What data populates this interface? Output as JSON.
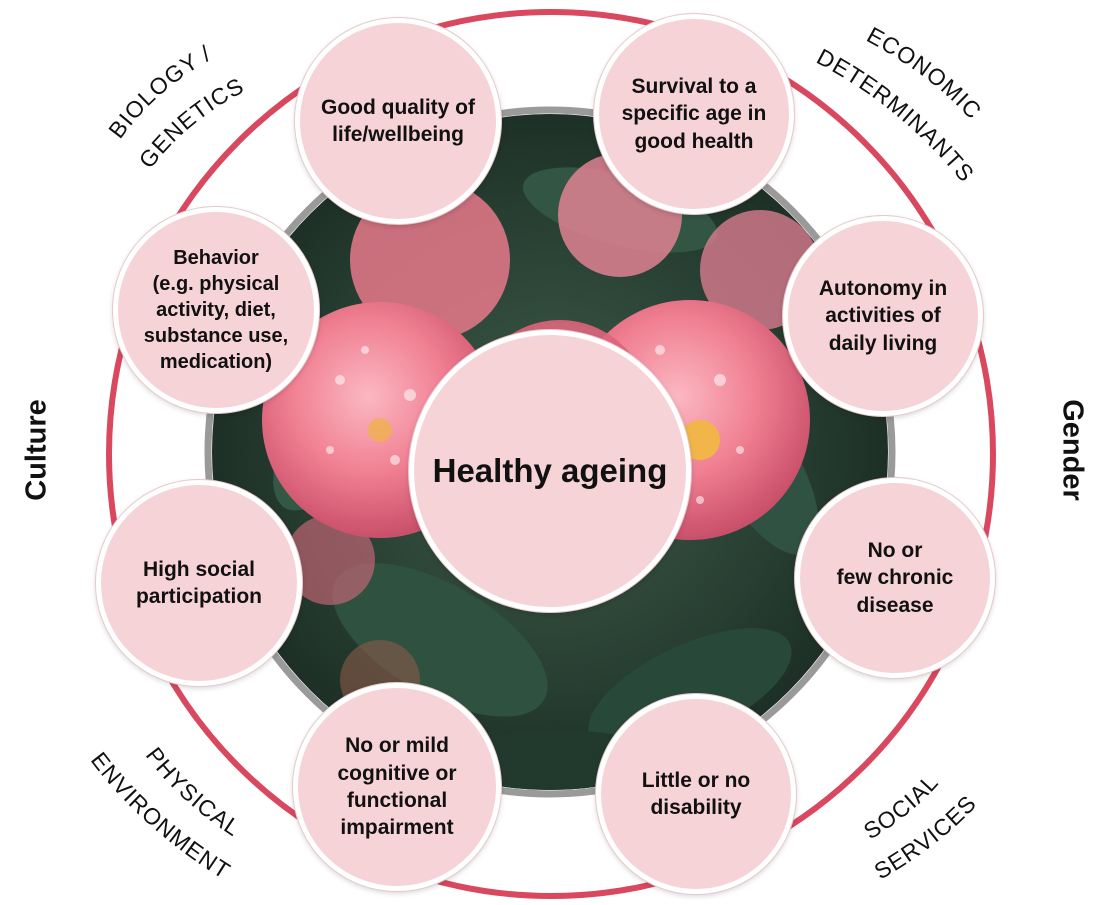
{
  "center": {
    "label": "Healthy ageing"
  },
  "factors": [
    {
      "id": "good-quality",
      "lines": [
        "Good quality of",
        "life/wellbeing"
      ]
    },
    {
      "id": "survival",
      "lines": [
        "Survival to a",
        "specific age in",
        "good health"
      ]
    },
    {
      "id": "autonomy",
      "lines": [
        "Autonomy in",
        "activities of",
        "daily living"
      ]
    },
    {
      "id": "chronic",
      "lines": [
        "No or",
        "few chronic",
        "disease"
      ]
    },
    {
      "id": "disability",
      "lines": [
        "Little or no",
        "disability"
      ]
    },
    {
      "id": "cognitive",
      "lines": [
        "No or mild",
        "cognitive or",
        "functional",
        "impairment"
      ]
    },
    {
      "id": "social-participation",
      "lines": [
        "High social",
        "participation"
      ]
    },
    {
      "id": "behavior",
      "lines": [
        "Behavior",
        "(e.g. physical",
        "activity, diet,",
        "substance use,",
        "medication)"
      ]
    }
  ],
  "determinants": {
    "biology": {
      "line1": "BIOLOGY /",
      "line2": "GENETICS"
    },
    "economic": {
      "line1": "ECONOMIC",
      "line2": "DETERMINANTS"
    },
    "physical": {
      "line1": "PHYSICAL",
      "line2": "ENVIRONMENT"
    },
    "social": {
      "line1": "SOCIAL",
      "line2": "SERVICES"
    },
    "culture": "Culture",
    "gender": "Gender"
  },
  "colors": {
    "outer_ring": "#d9485f",
    "bubble_fill": "#f6d3d7",
    "photo_ring": "#9a9a9a",
    "petal": "#f27c8e",
    "leaf": "#2b4a3b"
  }
}
